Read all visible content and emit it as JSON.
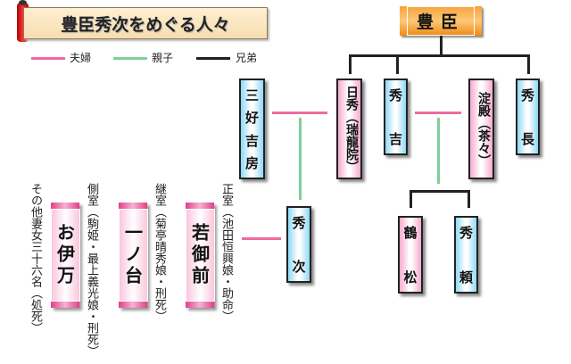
{
  "title": "豊臣秀次をめぐる人々",
  "legend": [
    {
      "label": "夫婦",
      "color": "#f06aa0"
    },
    {
      "label": "親子",
      "color": "#7fcf9a"
    },
    {
      "label": "兄弟",
      "color": "#222222"
    }
  ],
  "family": "豊臣",
  "people": {
    "miyoshi": [
      "三",
      "好",
      "吉",
      "房"
    ],
    "nisshu": "日秀（瑞龍院）",
    "hideyoshi": [
      "秀",
      "吉"
    ],
    "yodo": "淀殿（茶々）",
    "hidenaga": [
      "秀",
      "長"
    ],
    "hidetsugu": [
      "秀",
      "次"
    ],
    "tsurumatsu": [
      "鶴",
      "松"
    ],
    "hideyori": [
      "秀",
      "頼"
    ]
  },
  "wives": [
    {
      "name": "若御前",
      "note": "正室（池田恒興娘・助命）"
    },
    {
      "name": "一ノ台",
      "note": "継室（菊亭晴秀娘・刑死）"
    },
    {
      "name": "お伊万",
      "note": "側室（駒姫・最上義光娘・刑死）"
    }
  ],
  "others": "その他妻女三十六名（処死）"
}
